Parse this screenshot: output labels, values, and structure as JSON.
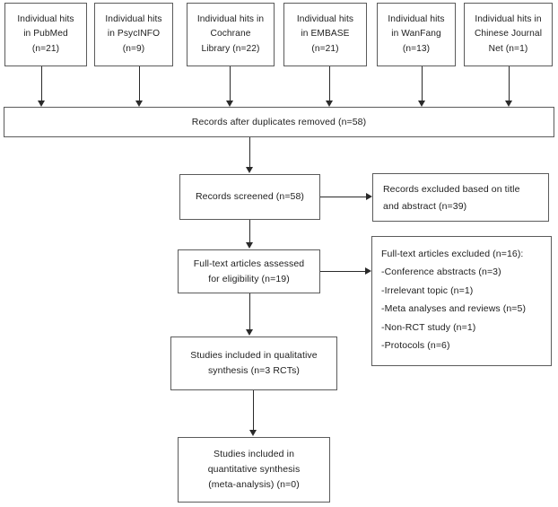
{
  "diagram": {
    "type": "prisma-flow-diagram",
    "sources": [
      {
        "id": "pubmed",
        "lines": [
          "Individual hits",
          "in PubMed",
          "(n=21)"
        ],
        "n": 21
      },
      {
        "id": "psycinfo",
        "lines": [
          "Individual hits",
          "in PsycINFO",
          "(n=9)"
        ],
        "n": 9
      },
      {
        "id": "cochrane",
        "lines": [
          "Individual hits in",
          "Cochrane",
          "Library (n=22)"
        ],
        "n": 22
      },
      {
        "id": "embase",
        "lines": [
          "Individual hits",
          "in EMBASE",
          "(n=21)"
        ],
        "n": 21
      },
      {
        "id": "wanfang",
        "lines": [
          "Individual hits",
          "in WanFang",
          "(n=13)"
        ],
        "n": 13
      },
      {
        "id": "cjn",
        "lines": [
          "Individual hits in",
          "Chinese Journal",
          "Net (n=1)"
        ],
        "n": 1
      }
    ],
    "duplicates_removed": {
      "lines": [
        "Records after duplicates removed (n=58)"
      ],
      "n": 58
    },
    "records_screened": {
      "lines": [
        "Records screened (n=58)"
      ],
      "n": 58
    },
    "records_excluded": {
      "lines": [
        "Records excluded based on title",
        "and abstract (n=39)"
      ],
      "n": 39
    },
    "fulltext_assessed": {
      "lines": [
        "Full-text articles assessed",
        "for eligibility (n=19)"
      ],
      "n": 19
    },
    "fulltext_excluded": {
      "lines": [
        "Full-text articles excluded (n=16):",
        "-Conference abstracts (n=3)",
        "-Irrelevant topic (n=1)",
        "-Meta analyses and reviews (n=5)",
        "-Non-RCT study (n=1)",
        "-Protocols (n=6)"
      ],
      "n": 16
    },
    "qualitative_synthesis": {
      "lines": [
        "Studies included in qualitative",
        "synthesis (n=3 RCTs)"
      ],
      "n": 3
    },
    "quantitative_synthesis": {
      "lines": [
        "Studies included in",
        "quantitative synthesis",
        "(meta-analysis) (n=0)"
      ],
      "n": 0
    }
  },
  "colors": {
    "box_border": "#5b5b5b",
    "connector": "#2a2a2a",
    "text": "#1d1d1d",
    "background": "#ffffff"
  }
}
